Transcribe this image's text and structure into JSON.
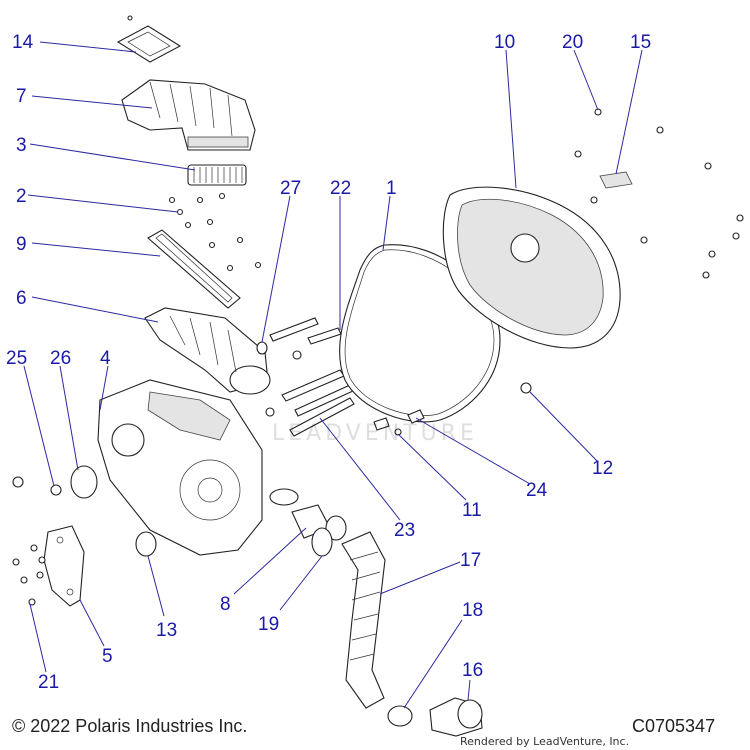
{
  "diagram": {
    "callouts": [
      {
        "id": "14",
        "label": "14"
      },
      {
        "id": "7",
        "label": "7"
      },
      {
        "id": "3",
        "label": "3"
      },
      {
        "id": "2",
        "label": "2"
      },
      {
        "id": "9",
        "label": "9"
      },
      {
        "id": "6",
        "label": "6"
      },
      {
        "id": "25",
        "label": "25"
      },
      {
        "id": "26",
        "label": "26"
      },
      {
        "id": "4",
        "label": "4"
      },
      {
        "id": "27",
        "label": "27"
      },
      {
        "id": "22",
        "label": "22"
      },
      {
        "id": "1",
        "label": "1"
      },
      {
        "id": "10",
        "label": "10"
      },
      {
        "id": "20",
        "label": "20"
      },
      {
        "id": "15",
        "label": "15"
      },
      {
        "id": "12",
        "label": "12"
      },
      {
        "id": "24",
        "label": "24"
      },
      {
        "id": "11",
        "label": "11"
      },
      {
        "id": "23",
        "label": "23"
      },
      {
        "id": "17",
        "label": "17"
      },
      {
        "id": "8",
        "label": "8"
      },
      {
        "id": "19",
        "label": "19"
      },
      {
        "id": "13",
        "label": "13"
      },
      {
        "id": "5",
        "label": "5"
      },
      {
        "id": "21",
        "label": "21"
      },
      {
        "id": "18",
        "label": "18"
      },
      {
        "id": "16",
        "label": "16"
      }
    ]
  },
  "footer": {
    "copyright": "© 2022 Polaris Industries Inc.",
    "diagram_code": "C0705347",
    "render_note": "Rendered by LeadVenture, Inc."
  },
  "watermark": "LEADVENTURE"
}
